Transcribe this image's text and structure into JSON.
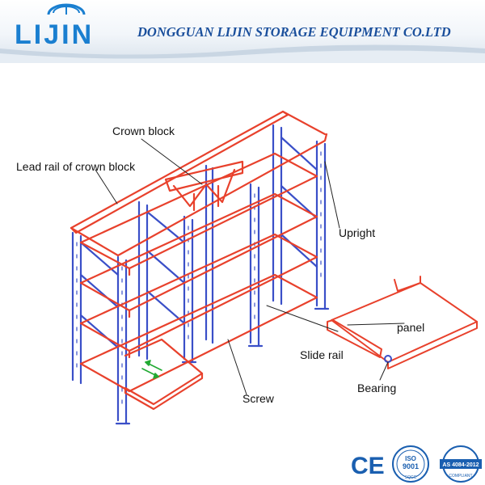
{
  "header": {
    "logo_text": "LIJIN",
    "company_name": "DONGGUAN LIJIN STORAGE EQUIPMENT CO.LTD"
  },
  "labels": {
    "crown_block": "Crown block",
    "lead_rail": "Lead rail of crown block",
    "upright": "Upright",
    "panel": "panel",
    "slide_rail": "Slide rail",
    "bearing": "Bearing",
    "screw": "Screw"
  },
  "badges": {
    "ce": "CE",
    "iso_top": "ISO",
    "iso_num": "9001",
    "iso_sub": "SQCC",
    "as_text": "AS 4084-2012",
    "as_sub": "COMPLIANT"
  },
  "colors": {
    "frame_red": "#e8412c",
    "upright_blue": "#3a4fc8",
    "brand_blue": "#1a7fd0",
    "company_blue": "#1a4f9c"
  }
}
